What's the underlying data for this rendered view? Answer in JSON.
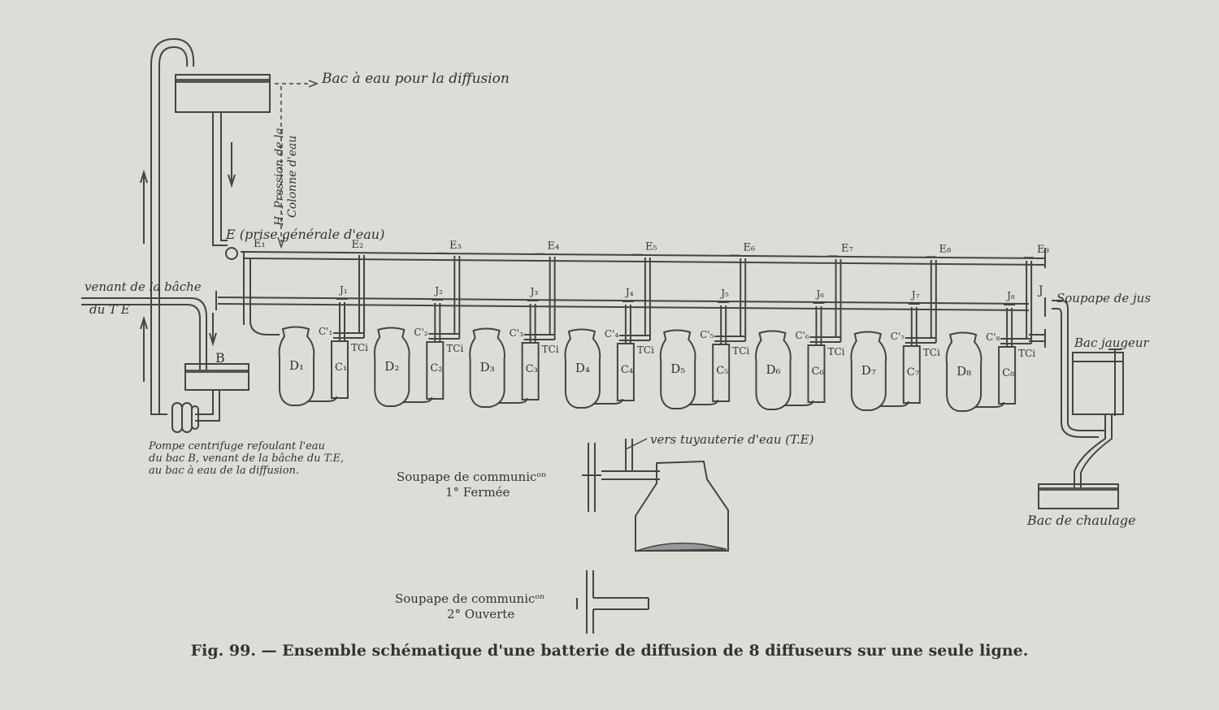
{
  "labels": {
    "water_tank": "Bac à eau pour la diffusion",
    "pressure_top": "H. Pression de la",
    "pressure_bottom": "Colonne d'eau",
    "main_intake": "E (prise générale d'eau)",
    "from_tank_line1": "venant de la bâche",
    "from_tank_line2": "du T E",
    "tank_b": "B",
    "pump_line1": "Pompe centrifuge refoulant l'eau",
    "pump_line2": "du bac B, venant de la bâche du T.E,",
    "pump_line3": "au bac à eau de la diffusion.",
    "juice_valve": "Soupape de jus",
    "valve_j": "J",
    "gauge_tank": "Bac jaugeur",
    "lime_tank": "Bac de chaulage",
    "to_water_pipe": "vers tuyauterie d'eau (T.E)",
    "valve1_line1": "Soupape de communicᵒⁿ",
    "valve1_line2": "1° Fermée",
    "valve2_line1": "Soupape de communicᵒⁿ",
    "valve2_line2": "2° Ouverte",
    "caption": "Fig. 99. — Ensemble schématique d'une batterie de diffusion de 8 diffuseurs sur une seule ligne."
  },
  "water_valves": [
    "E₁",
    "E₂",
    "E₃",
    "E₄",
    "E₅",
    "E₆",
    "E₇",
    "E₈",
    "E₉"
  ],
  "units": [
    {
      "diffuser": "D₁",
      "heater": "C₁",
      "valve_j": "J₁",
      "valve_ci": "C'₁",
      "tci": "TCi"
    },
    {
      "diffuser": "D₂",
      "heater": "C₂",
      "valve_j": "J₂",
      "valve_ci": "C'₂",
      "tci": "TCi"
    },
    {
      "diffuser": "D₃",
      "heater": "C₃",
      "valve_j": "J₃",
      "valve_ci": "C'₃",
      "tci": "TCi"
    },
    {
      "diffuser": "D₄",
      "heater": "C₄",
      "valve_j": "J₄",
      "valve_ci": "C'₄",
      "tci": "TCi"
    },
    {
      "diffuser": "D₅",
      "heater": "C₅",
      "valve_j": "J₅",
      "valve_ci": "C'₅",
      "tci": "TCi"
    },
    {
      "diffuser": "D₆",
      "heater": "C₆",
      "valve_j": "J₆",
      "valve_ci": "C'₆",
      "tci": "TCi"
    },
    {
      "diffuser": "D₇",
      "heater": "C₇",
      "valve_j": "J₇",
      "valve_ci": "C'₇",
      "tci": "TCi"
    },
    {
      "diffuser": "D₈",
      "heater": "C₈",
      "valve_j": "J₈",
      "valve_ci": "C'₈",
      "tci": "TCi"
    }
  ],
  "colors": {
    "ink": "#444444",
    "paper": "#dedcd6"
  }
}
